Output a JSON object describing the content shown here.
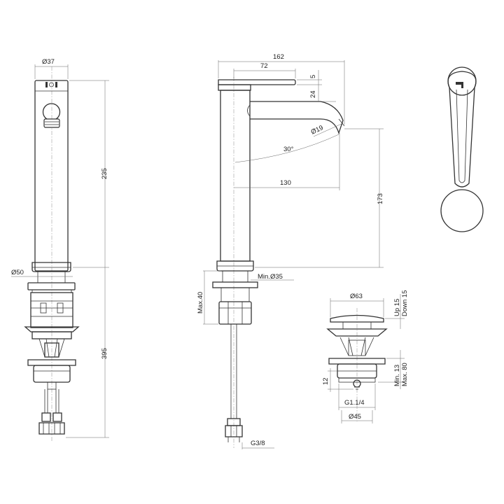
{
  "dimensions": {
    "front_width_top": "Ø37",
    "front_spout_height": "235",
    "front_base_diameter": "Ø50",
    "front_lower_height": "395",
    "side_total_length": "162",
    "side_lever_length": "72",
    "side_lever_offset": "5",
    "side_lever_height": "24",
    "outlet_diameter": "Ø19",
    "spout_angle": "30°",
    "spout_reach": "130",
    "outlet_height": "173",
    "min_hole": "Min.Ø35",
    "max_thickness": "Max.40",
    "inlet_thread": "G3/8",
    "waste_head_diameter": "Ø63",
    "waste_up": "Up 15",
    "waste_down": "Down 15",
    "waste_min": "Min. 13",
    "waste_max": "Max. 80",
    "waste_offset": "12",
    "waste_thread": "G1.1/4",
    "waste_tail_diameter": "Ø45"
  }
}
